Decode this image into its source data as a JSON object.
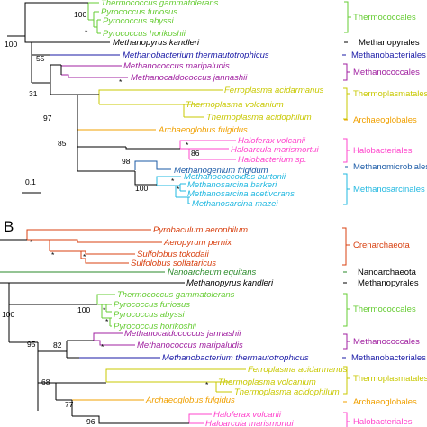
{
  "colors": {
    "thermococcales": "#66cc33",
    "methanopyrales": "#000000",
    "methanobacteriales": "#1a1aa6",
    "methanococcales": "#a020a0",
    "thermoplasmatales": "#c8c800",
    "archaeoglobales": "#f0a000",
    "halobacteriales": "#ff44cc",
    "methanomicrobiales": "#1a5aa6",
    "methanosarcinales": "#22b8e0",
    "crenarchaeota": "#d84010",
    "nanoarchaeota": "#2a8a2a"
  },
  "panel_a": {
    "leaves": {
      "thermococcus_gammatolerans": "Thermococcus gammatolerans",
      "pyrococcus_furiosus": "Pyrococcus furiosus",
      "pyrococcus_abyssi": "Pyrococcus abyssi",
      "pyrococcus_horikoshii": "Pyrococcus horikoshii",
      "methanopyrus_kandleri": "Methanopyrus kandleri",
      "methanobacterium": "Methanobacterium thermautotrophicus",
      "methanococcus_maripaludis": "Methanococcus maripaludis",
      "methanocaldococcus_jannashii": "Methanocaldococcus jannashii",
      "ferroplasma": "Ferroplasma acidarmanus",
      "thermoplasma_volcanium": "Thermoplasma volcanium",
      "thermoplasma_acidophilum": "Thermoplasma acidophilum",
      "archaeoglobus": "Archaeoglobus fulgidus",
      "haloferax": "Haloferax volcanii",
      "haloarcula": "Haloarcula marismortui",
      "halobacterium": "Halobacterium sp.",
      "methanogenium": "Methanogenium frigidum",
      "methanococcoides": "Methanococcoides burtonii",
      "methanosarcina_barkeri": "Methanosarcina barkeri",
      "methanosarcina_acetivorans": "Methanosarcina acetivorans",
      "methanosarcina_mazei": "Methanosarcina mazei"
    },
    "clades": {
      "thermococcales": "Thermococcales",
      "methanopyrales": "Methanopyrales",
      "methanobacteriales": "Methanobacteriales",
      "methanococcales": "Methanococcales",
      "thermoplasmatales": "Thermoplasmatales",
      "archaeoglobales": "Archaeoglobales",
      "halobacteriales": "Halobacteriales",
      "methanomicrobiales": "Methanomicrobiales",
      "methanosarcinales": "Methanosarcinales"
    },
    "support": {
      "s100_thermo": "100",
      "s100_root": "100",
      "s55": "55",
      "s31": "31",
      "s97": "97",
      "s85": "85",
      "s86": "86",
      "s98": "98",
      "s100_msarc": "100",
      "star": "*"
    },
    "scale_label": "0.1"
  },
  "panel_b": {
    "label": "B",
    "leaves": {
      "pyrobaculum": "Pyrobaculum aerophilum",
      "aeropyrum": "Aeropyrum pernix",
      "sulfolobus_tokodaii": "Sulfolobus tokodaii",
      "sulfolobus_solfataricus": "Sulfolobus solfataricus",
      "nanoarcheum": "Nanoarcheum equitans",
      "methanopyrus_kandleri": "Methanopyrus kandleri",
      "thermococcus_gammatolerans": "Thermococcus gammatolerans",
      "pyrococcus_furiosus": "Pyrococcus furiosus",
      "pyrococcus_abyssi": "Pyrococcus abyssi",
      "pyrococcus_horikoshii": "Pyrococcus horikoshii",
      "methanocaldococcus_jannashii": "Methanocaldococcus jannashii",
      "methanococcus_maripaludis": "Methanococcus maripaludis",
      "methanobacterium": "Methanobacterium thermautotrophicus",
      "ferroplasma": "Ferroplasma acidarmanus",
      "thermoplasma_volcanium": "Thermoplasma volcanium",
      "thermoplasma_acidophilum": "Thermoplasma acidophilum",
      "archaeoglobus": "Archaeoglobus fulgidus",
      "haloferax": "Haloferax volcanii",
      "haloarcula": "Haloarcula marismortui"
    },
    "clades": {
      "crenarchaeota": "Crenarchaeota",
      "nanoarchaeota": "Nanoarchaeota",
      "methanopyrales": "Methanopyrales",
      "thermococcales": "Thermococcales",
      "methanococcales": "Methanococcales",
      "methanobacteriales": "Methanobacteriales",
      "thermoplasmatales": "Thermoplasmatales",
      "archaeoglobales": "Archaeoglobales",
      "halobacteriales": "Halobacteriales"
    },
    "support": {
      "s100_thermo": "100",
      "s100_root": "100",
      "s95": "95",
      "s82": "82",
      "s68": "68",
      "s77": "77",
      "s96": "96",
      "star": "*"
    }
  }
}
